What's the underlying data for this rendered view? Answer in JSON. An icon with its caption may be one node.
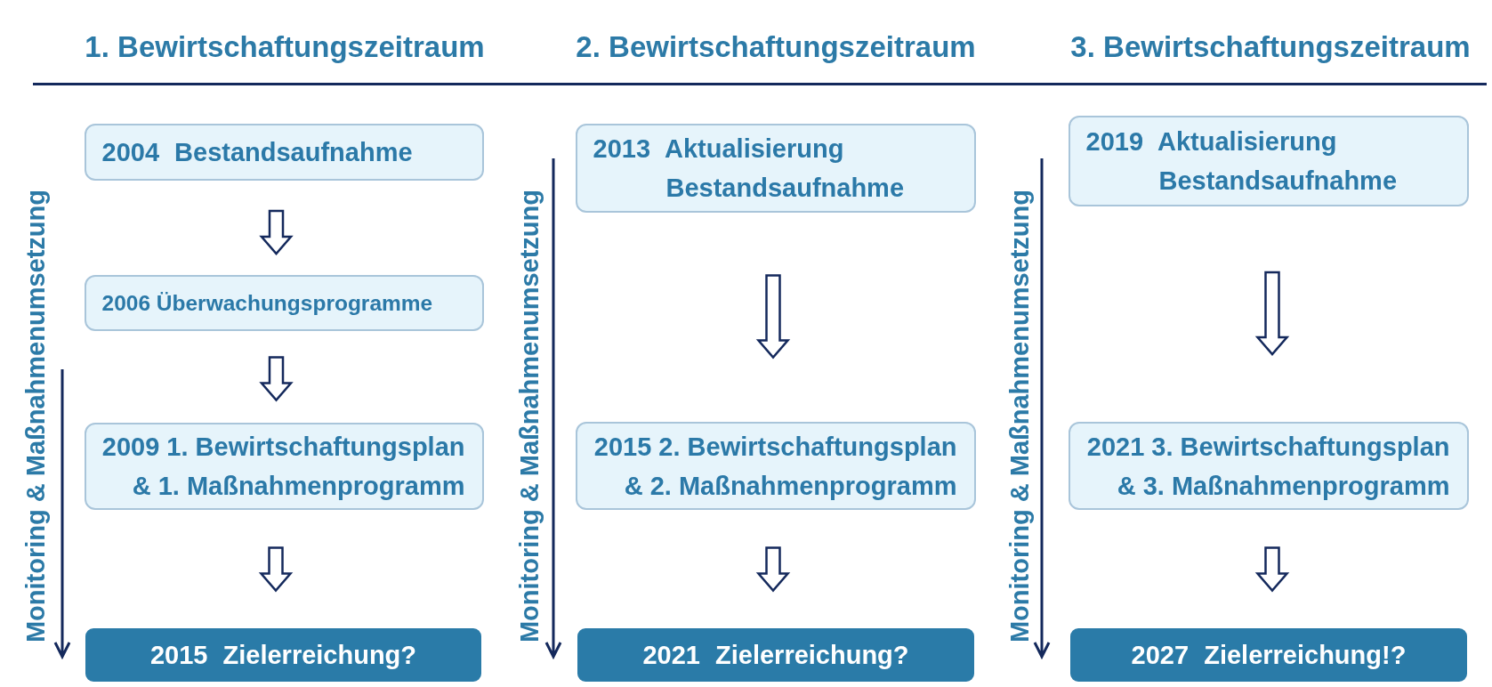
{
  "diagram": {
    "nodes": [
      {
        "text": [
          "2004 Bestandsaufnahme"
        ]
      },
      {
        "text": [
          "2006 Überwachungsprogramme"
        ]
      },
      {
        "text": [
          "2009 1. Bewirtschaftungsplan & 1. Maßnahmenprogramm"
        ]
      },
      {
        "text": [
          "2015 Zielerreichung?"
        ]
      },
      {
        "text": [
          "2013 Aktualisierung Bestandsaufnahme"
        ]
      },
      {
        "text": [
          "2015 2. Bewirtschaftungsplan & 2. Maßnahmenprogramm"
        ]
      },
      {
        "text": [
          "2021 Zielerreichung?"
        ]
      },
      {
        "text": [
          "2019 Aktualisierung Bestandsaufnahme"
        ]
      },
      {
        "text": [
          "2021 3. Bewirtschaftungsplan & 3. Maßnahmenprogramm"
        ]
      },
      {
        "text": [
          "2027 Zielerreichung!?"
        ]
      }
    ],
    "edges": [
      {
        "from": 0,
        "to": 1,
        "arrow": "to"
      },
      {
        "from": 1,
        "to": 2,
        "arrow": "to"
      },
      {
        "from": 2,
        "to": 3,
        "arrow": "to"
      },
      {
        "from": 4,
        "to": 5,
        "arrow": "to"
      },
      {
        "from": 5,
        "to": 6,
        "arrow": "to"
      },
      {
        "from": 7,
        "to": 8,
        "arrow": "to"
      },
      {
        "from": 8,
        "to": 9,
        "arrow": "to"
      }
    ],
    "labels": [
      "1. Bewirtschaftungszeitraum",
      "2. Bewirtschaftungszeitraum",
      "3. Bewirtschaftungszeitraum",
      "Monitoring & Maßnahmenumsetzung",
      "Monitoring & Maßnahmenumsetzung",
      "Monitoring & Maßnahmenumsetzung"
    ]
  }
}
